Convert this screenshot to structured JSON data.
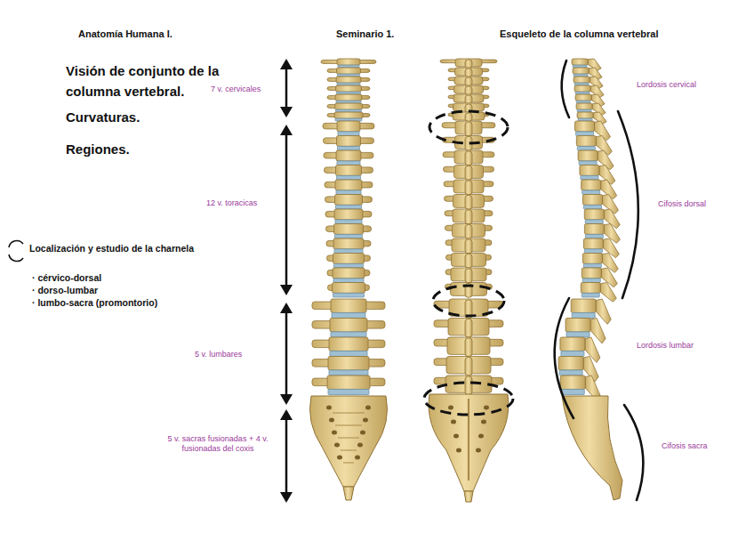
{
  "diagram": {
    "labels": [
      "Anatomía Humana I.",
      "Seminario 1.",
      "Esqueleto de la columna vertebral",
      "Visión de conjunto de la columna vertebral.",
      "Curvaturas.",
      "Regiones.",
      "Localización y estudio de la charnela",
      "· cérvico-dorsal",
      "· dorso-lumbar",
      "· lumbo-sacra (promontorio)",
      "7 v. cervicales",
      "12 v. toracicas",
      "5 v. lumbares",
      "5 v. sacras fusionadas + 4 v. fusionadas del coxis",
      "Lordosis cervical",
      "Cifosis dorsal",
      "Lordosis lumbar",
      "Cifosis sacra"
    ]
  }
}
